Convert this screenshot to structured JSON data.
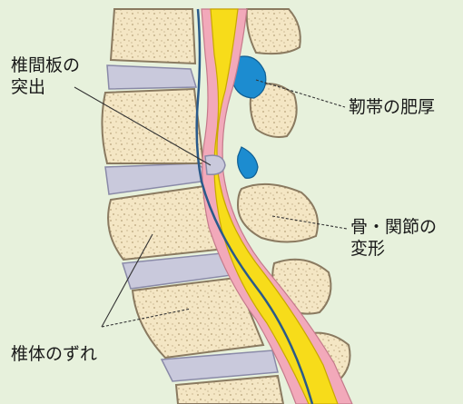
{
  "labels": {
    "disc_protrusion": [
      "椎間板の",
      "突出"
    ],
    "ligament_thickening": "靭帯の肥厚",
    "bone_joint_deformity": [
      "骨・関節の",
      "変形"
    ],
    "vertebral_slip": "椎体のずれ"
  },
  "colors": {
    "background": "#e7f1dc",
    "bone": "#f4e6c4",
    "bone_outline": "#8a7a60",
    "disc": "#c9c9dc",
    "spinal_cord": "#f7dc1a",
    "dura": "#f2a9ba",
    "csf": "#1c8cd0",
    "nerve": "#2a5a8a"
  }
}
